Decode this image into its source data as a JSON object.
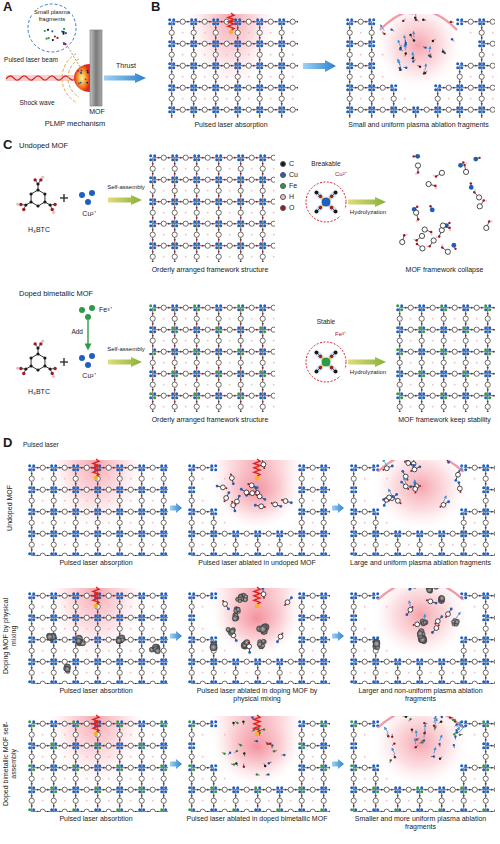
{
  "diagram": {
    "labels": [
      "A",
      "Small plasma fragments",
      "Pulsed laser beam",
      "Shock wave",
      "MOF",
      "Thrust",
      "PLMP mechanism",
      "B",
      "Pulsed laser absorption",
      "Small and uniform plasma ablation fragments",
      "C",
      "Undoped MOF",
      "H₃BTC",
      "Cu²⁺",
      "Self-assembly",
      "Orderly arranged framework structure",
      "Breakable",
      "Cu²⁺",
      "Hydrolyzation",
      "MOF framework collapse",
      "Doped bimetallic MOF",
      "Fe³⁺",
      "Add",
      "H₃BTC",
      "Cu²⁺",
      "Self-assembly",
      "Orderly arranged framework structure",
      "Stable",
      "Fe³⁺",
      "Hydrolyzation",
      "MOF framework keep stability",
      "D",
      "Pulsed laser",
      "Undoped MOF",
      "Pulsed laser absorption",
      "Pulsed laser ablated in undoped MOF",
      "Large and uniform plasma ablation fragments",
      "Doping MOF by physical mixing",
      "Pulsed laser absorbtion",
      "Pulsed laser ablated in doping MOF by physical mixing",
      "Larger and non-uniform plasma ablation fragments",
      "Doped bimetallic MOF self-assembly",
      "Pulsed laser absorbtion",
      "Pulsed laser ablated in doped bimetallic MOF",
      "Smaller and more uniform plasma ablation fragments"
    ],
    "legend": [
      {
        "text": "C",
        "color": "#1a1a1a"
      },
      {
        "text": "Cu",
        "color": "#1f5fbf"
      },
      {
        "text": "Fe",
        "color": "#2e9a48"
      },
      {
        "text": "H",
        "color": "#f2bcc4"
      },
      {
        "text": "O",
        "color": "#9e1b22"
      }
    ]
  }
}
